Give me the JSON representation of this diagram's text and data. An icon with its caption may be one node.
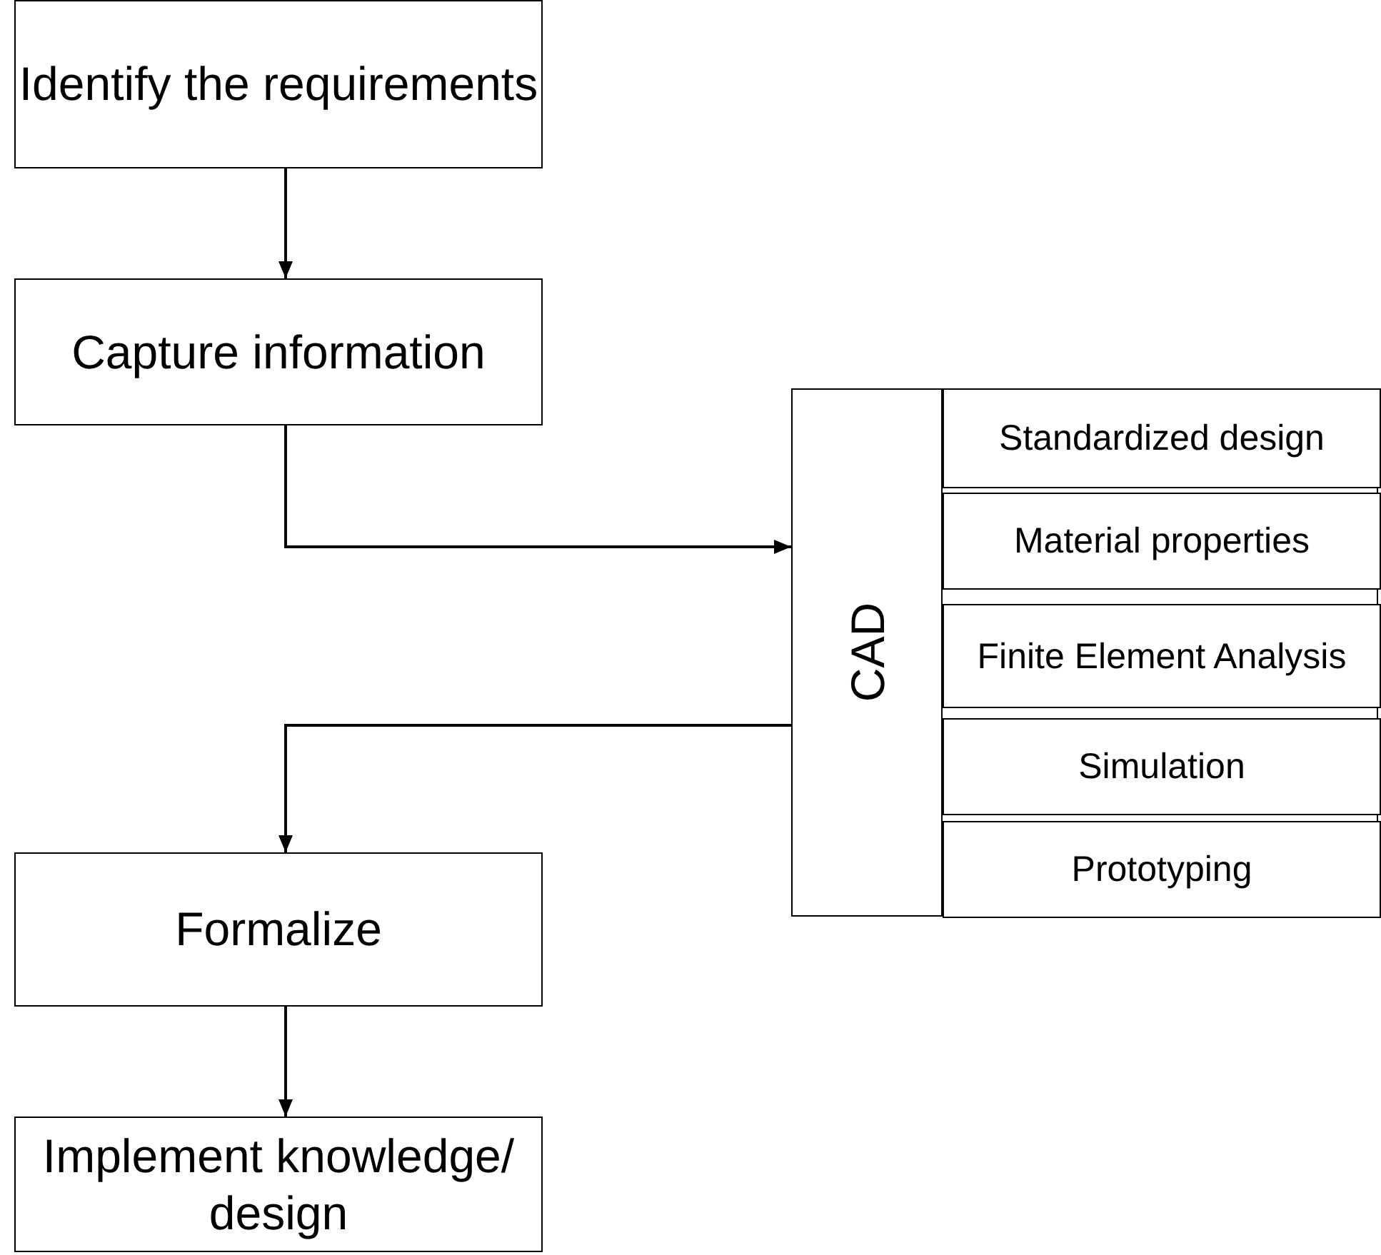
{
  "diagram": {
    "nodes": [
      {
        "text": [
          "Identify the requirements"
        ]
      },
      {
        "text": [
          "Capture information"
        ]
      },
      {
        "text": [
          "CAD"
        ]
      },
      {
        "text": [
          "Standardized design"
        ],
        "in": 2
      },
      {
        "text": [
          "Material properties"
        ],
        "in": 2
      },
      {
        "text": [
          "Finite Element Analysis"
        ],
        "in": 2
      },
      {
        "text": [
          "Simulation"
        ],
        "in": 2
      },
      {
        "text": [
          "Prototyping"
        ],
        "in": 2
      },
      {
        "text": [
          "Formalize"
        ]
      },
      {
        "text": [
          "Implement knowledge/ design"
        ]
      }
    ],
    "edges": [
      {
        "from": 0,
        "to": 1,
        "arrow": "to"
      },
      {
        "from": 1,
        "to": 2,
        "arrow": "to"
      },
      {
        "from": 2,
        "to": 8,
        "arrow": "to"
      },
      {
        "from": 8,
        "to": 9,
        "arrow": "to"
      }
    ]
  }
}
